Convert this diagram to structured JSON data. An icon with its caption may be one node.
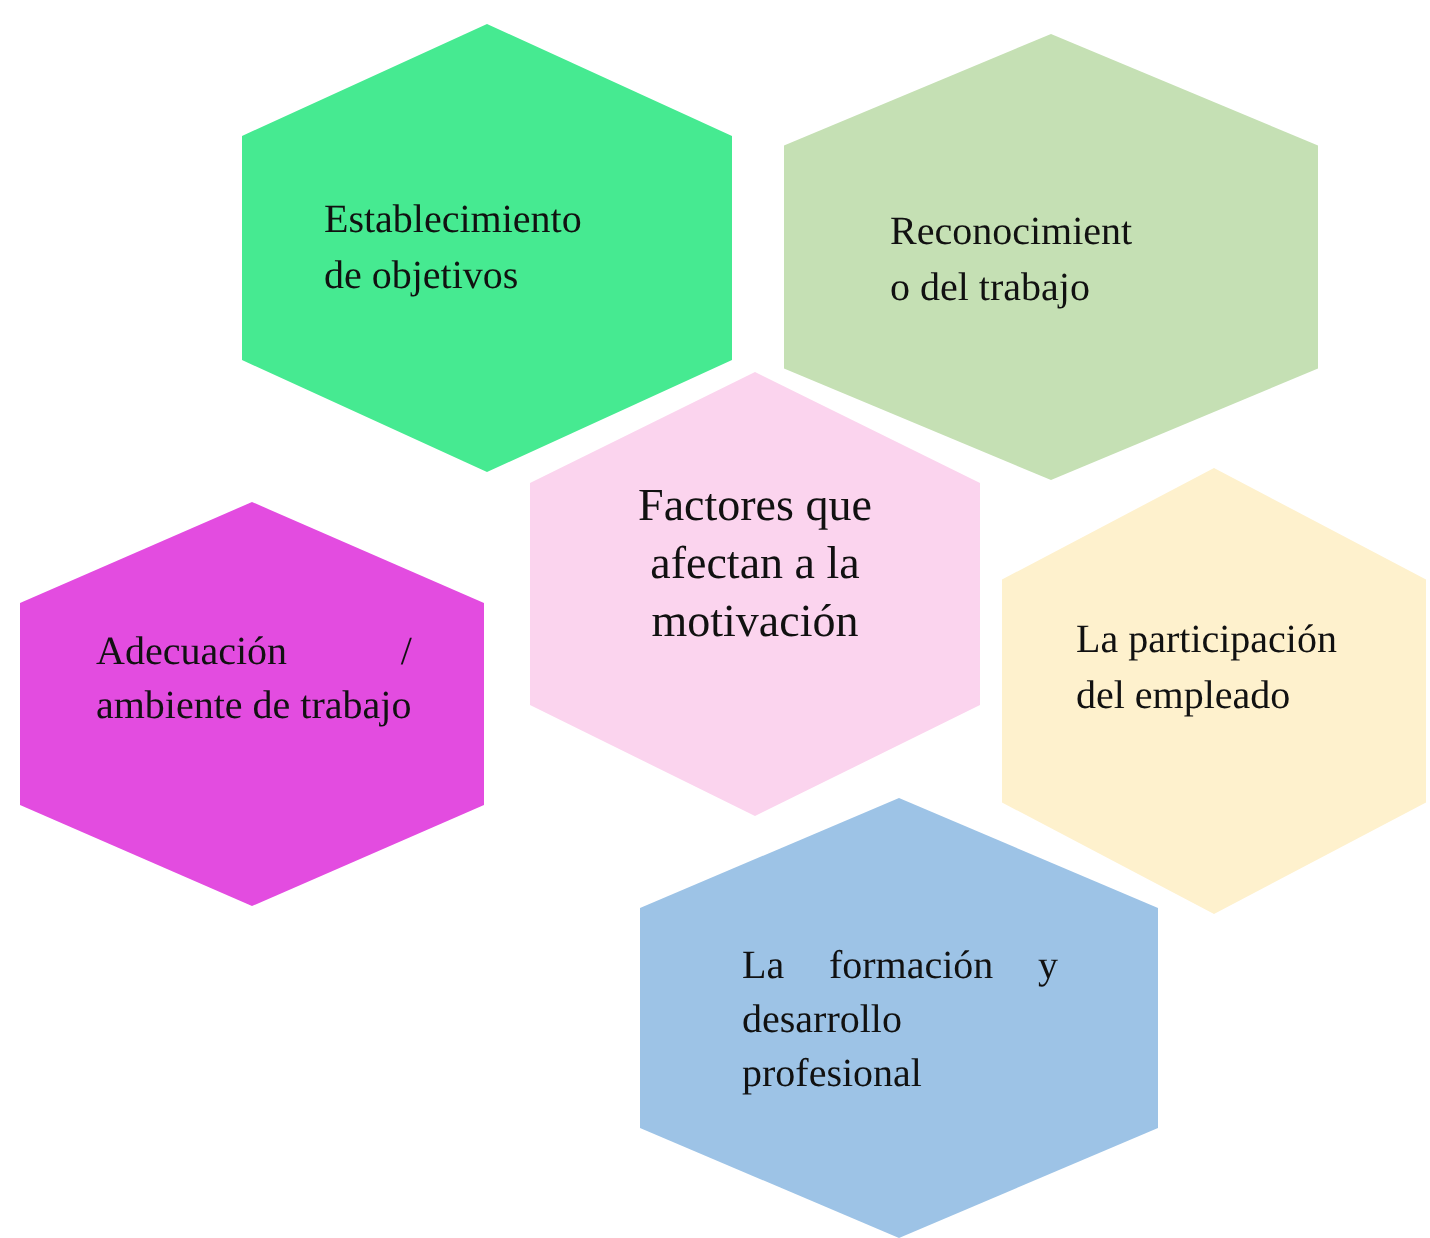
{
  "diagram": {
    "nodes": [
      {
        "text": [
          "Establecimiento de objetivos"
        ]
      },
      {
        "text": [
          "Reconocimiento del trabajo"
        ]
      },
      {
        "text": [
          "Factores que afectan a la motivación"
        ]
      },
      {
        "text": [
          "La participación del empleado"
        ]
      },
      {
        "text": [
          "Adecuación / ambiente de trabajo"
        ]
      },
      {
        "text": [
          "La formación y desarrollo profesional"
        ]
      }
    ]
  }
}
